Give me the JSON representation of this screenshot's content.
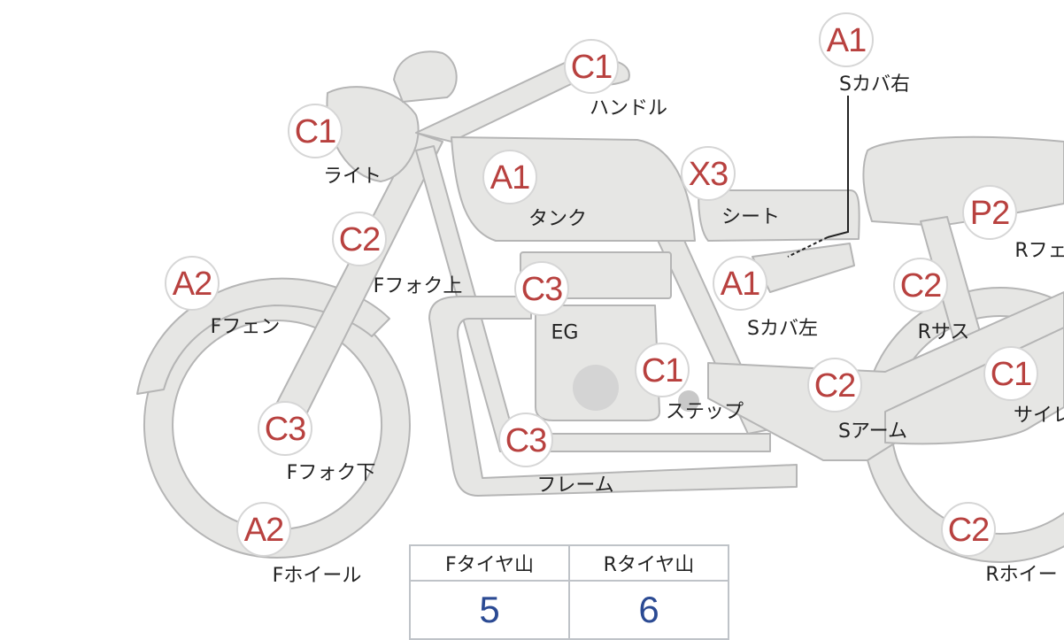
{
  "parts": [
    {
      "grade": "C1",
      "label": "ハンドル"
    },
    {
      "grade": "A1",
      "label": "Sカバ右"
    },
    {
      "grade": "C1",
      "label": "ライト"
    },
    {
      "grade": "A1",
      "label": "タンク"
    },
    {
      "grade": "X3",
      "label": "シート"
    },
    {
      "grade": "P2",
      "label": "Rフェ"
    },
    {
      "grade": "C2",
      "label": "Fフォク上"
    },
    {
      "grade": "A2",
      "label": "Fフェン"
    },
    {
      "grade": "C3",
      "label": "EG"
    },
    {
      "grade": "A1",
      "label": "Sカバ左"
    },
    {
      "grade": "C2",
      "label": "Rサス"
    },
    {
      "grade": "C1",
      "label": "ステップ"
    },
    {
      "grade": "C2",
      "label": "Sアーム"
    },
    {
      "grade": "C1",
      "label": "サイレ"
    },
    {
      "grade": "C3",
      "label": "Fフォク下"
    },
    {
      "grade": "C3",
      "label": "フレーム"
    },
    {
      "grade": "A2",
      "label": "Fホイール"
    },
    {
      "grade": "C2",
      "label": "Rホイー"
    }
  ],
  "tires": {
    "front_label": "Fタイヤ山",
    "rear_label": "Rタイヤ山",
    "front_value": "5",
    "rear_value": "6"
  },
  "colors": {
    "grade": "#b8413f",
    "value": "#2b4a93",
    "part_fill": "#e6e6e4"
  }
}
